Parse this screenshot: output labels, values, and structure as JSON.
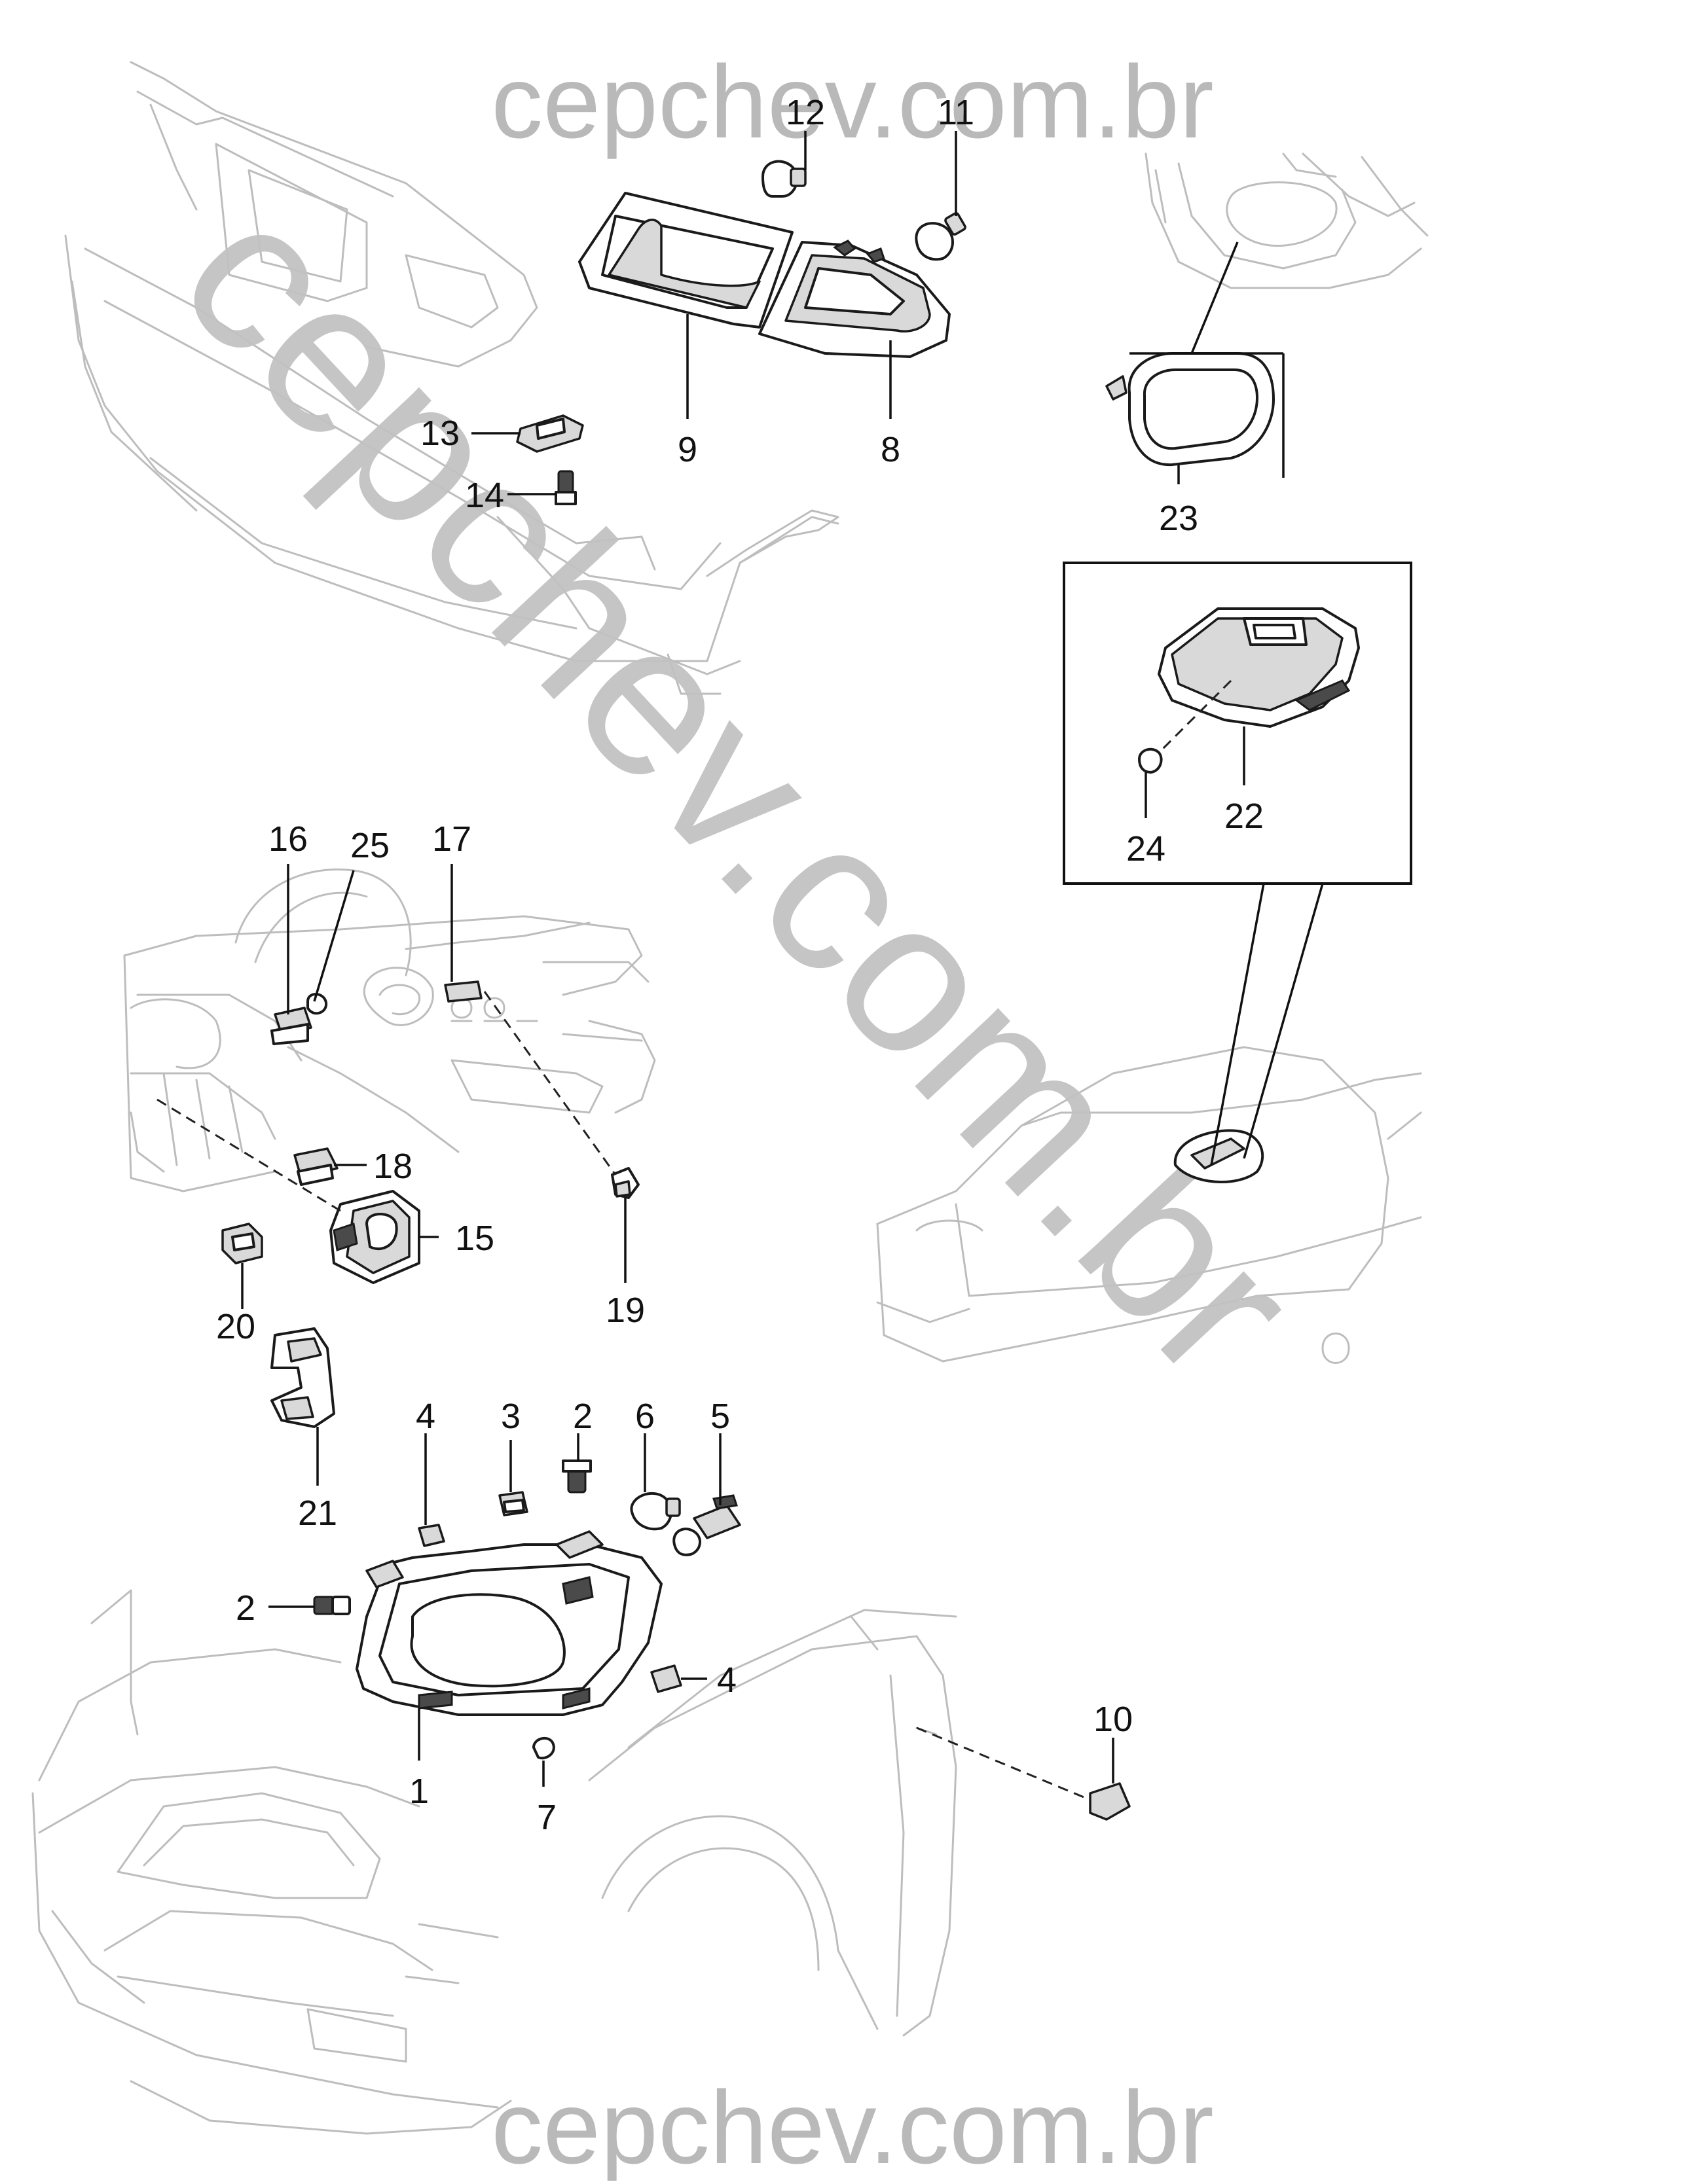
{
  "watermarks": {
    "top": "cepchev.com.br",
    "bottom": "cepchev.com.br",
    "diagonal": "cepchev.com.br"
  },
  "callouts": {
    "c1": "1",
    "c2a": "2",
    "c2b": "2",
    "c3": "3",
    "c4a": "4",
    "c4b": "4",
    "c5": "5",
    "c6": "6",
    "c7": "7",
    "c8": "8",
    "c9": "9",
    "c10": "10",
    "c11": "11",
    "c12": "12",
    "c13": "13",
    "c14": "14",
    "c15": "15",
    "c16": "16",
    "c17": "17",
    "c18": "18",
    "c19": "19",
    "c20": "20",
    "c21": "21",
    "c22": "22",
    "c23": "23",
    "c24": "24",
    "c25": "25"
  },
  "colors": {
    "ghost_line": "#bdbdbd",
    "part_line": "#1a1a1a",
    "watermark": "#b9b9b9"
  }
}
